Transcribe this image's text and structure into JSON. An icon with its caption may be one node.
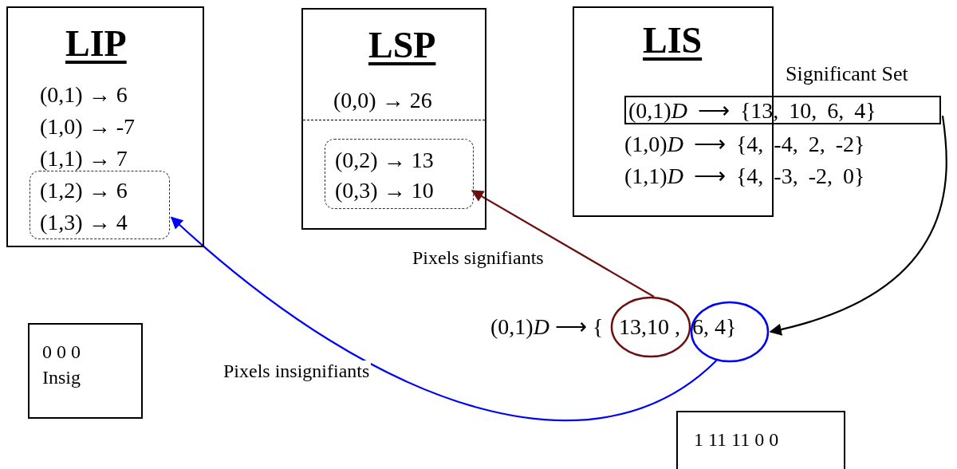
{
  "diagram": {
    "nodes": [
      {
        "text": [
          "LIP",
          "(0,1) → 6",
          "(1,0) → -7",
          "(1,1) → 7"
        ]
      },
      {
        "text": [
          "(1,2) → 6",
          "(1,3) → 4"
        ],
        "in": 0
      },
      {
        "text": [
          "LSP",
          "(0,0) → 26"
        ]
      },
      {
        "text": [
          "(0,2) → 13",
          "(0,3) → 10"
        ],
        "in": 2
      },
      {
        "text": [
          "LIS"
        ]
      },
      {
        "text": [
          "(0,1)*D* ⟶ {13, 10, 6, 4}"
        ]
      },
      {
        "text": [
          "13,10 ,"
        ]
      },
      {
        "text": [
          "6, 4}"
        ]
      },
      {
        "text": [
          "0 0 0",
          "Insig"
        ]
      },
      {
        "text": [
          "1 11 11 0 0"
        ]
      }
    ],
    "edges": [
      {
        "from": 6,
        "to": 3,
        "arrow": "to",
        "label": "Pixels signifiants",
        "color": "#6b1010"
      },
      {
        "from": 7,
        "to": 1,
        "arrow": "to",
        "label": "Pixels insignifiants",
        "color": "#0000ff"
      },
      {
        "from": 5,
        "to": 7,
        "arrow": "to",
        "color": "#000000"
      }
    ],
    "labels": [
      "Significant Set",
      "(1,0)*D* ⟶ {4, -4, 2, -2}",
      "(1,1)*D* ⟶ {4, -3, -2, 0}",
      "(0,1)*D* ⟶ {"
    ]
  }
}
